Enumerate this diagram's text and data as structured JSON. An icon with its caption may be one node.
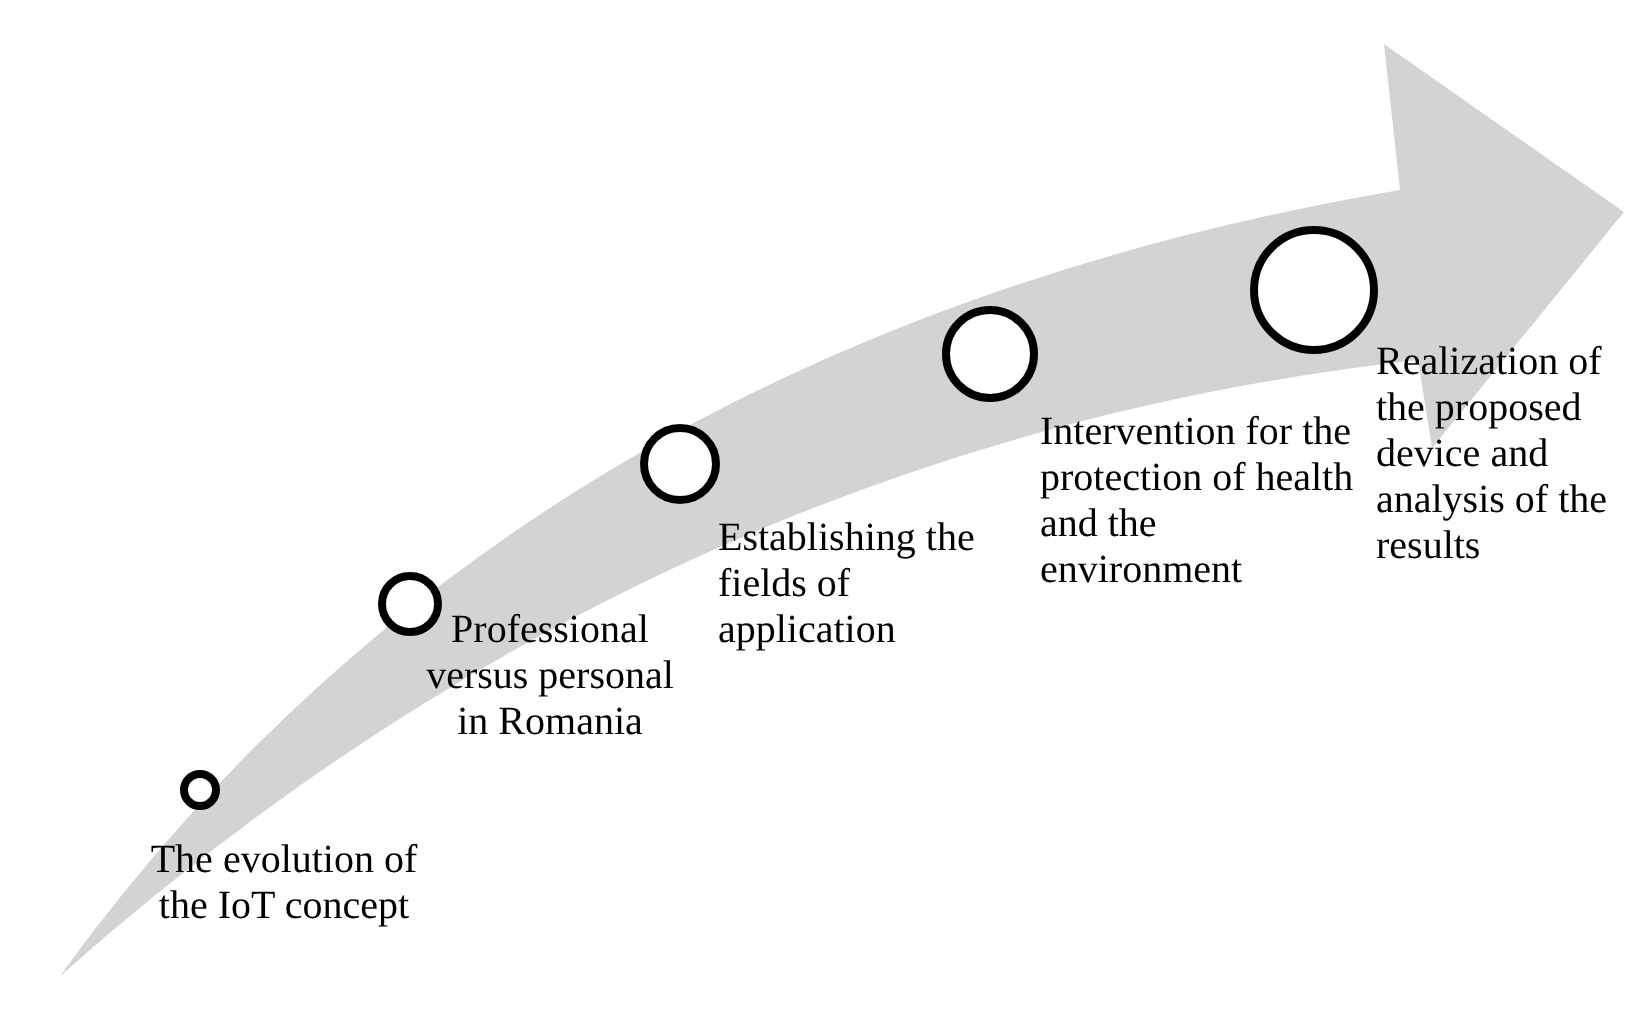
{
  "diagram": {
    "nodes": [
      {
        "text": [],
        "shape": "circle",
        "beside": [
          "The evolution of the IoT concept"
        ]
      },
      {
        "text": [],
        "shape": "circle",
        "beside": [
          "Professional versus personal in Romania"
        ]
      },
      {
        "text": [],
        "shape": "circle",
        "beside": [
          "Establishing the fields of application"
        ]
      },
      {
        "text": [],
        "shape": "circle",
        "beside": [
          "Intervention for the protection of health and the environment"
        ]
      },
      {
        "text": [],
        "shape": "circle",
        "beside": [
          "Realization of the proposed device and analysis of the results"
        ]
      }
    ]
  }
}
